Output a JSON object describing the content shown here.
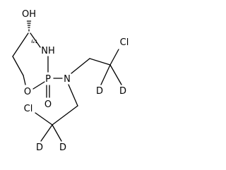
{
  "structure": {
    "atoms": {
      "hydroxyl": "OH",
      "ring_nh": "NH",
      "ring_o": "O",
      "phosphorus": "P",
      "oxo": "O",
      "amine_n": "N",
      "cl_upper": "Cl",
      "cl_lower": "Cl",
      "d_upper_left": "D",
      "d_upper_right": "D",
      "d_lower_left": "D",
      "d_lower_right": "D"
    },
    "stereo_label": "&1"
  }
}
